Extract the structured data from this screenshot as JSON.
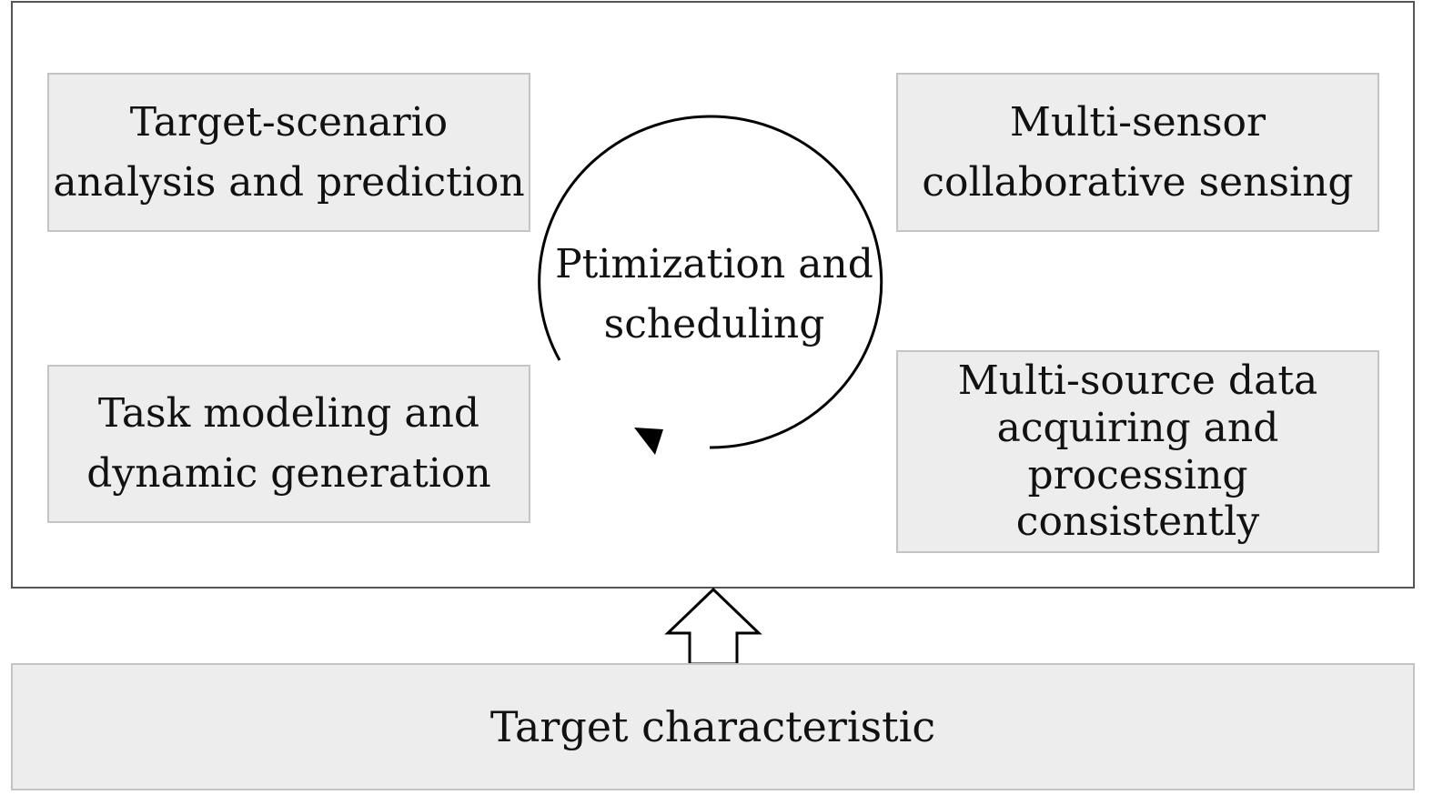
{
  "diagram": {
    "top_left": "Target-scenario\nanalysis and prediction",
    "top_right": "Multi-sensor\ncollaborative sensing",
    "bottom_left": "Task modeling and\ndynamic generation",
    "bottom_right": "Multi-source data\nacquiring and\nprocessing\nconsistently",
    "center": "Ptimization and\nscheduling",
    "base": "Target characteristic"
  }
}
